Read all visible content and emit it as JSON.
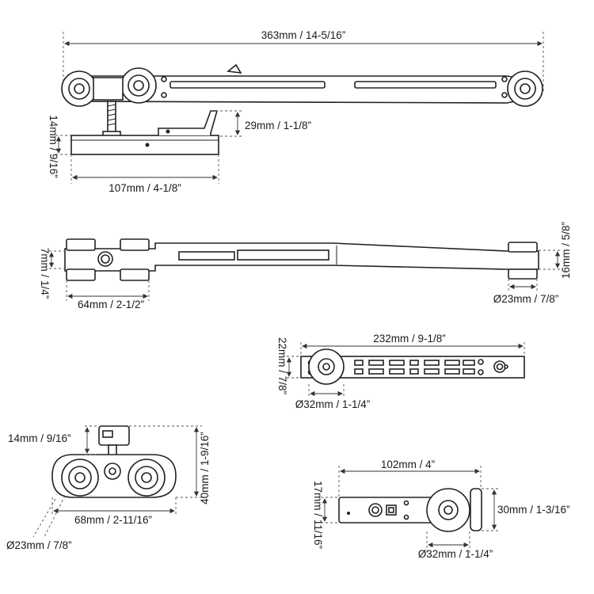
{
  "colors": {
    "line": "#222222",
    "dim_line": "#555555",
    "background": "#ffffff"
  },
  "views": {
    "side": {
      "overall_length": "363mm / 14-5/16”",
      "height": "29mm / 1-1/8”",
      "base_height": "14mm / 9/16”",
      "base_length": "107mm / 4-1/8”"
    },
    "top": {
      "thickness": "7mm / 1/4”",
      "end_width": "16mm / 5/8”",
      "wheel_span": "64mm / 2-1/2”",
      "wheel_diameter": "Ø23mm / 7/8”"
    },
    "bottom_arm": {
      "length": "232mm / 9-1/8”",
      "height": "22mm / 7/8”",
      "wheel_diameter": "Ø32mm / 1-1/4”"
    },
    "front_carriage": {
      "bracket_height": "14mm / 9/16”",
      "total_height": "40mm / 1-9/16”",
      "width": "68mm / 2-11/16”",
      "wheel_diameter": "Ø23mm / 7/8”"
    },
    "small_unit": {
      "length": "102mm / 4”",
      "height": "17mm / 11/16”",
      "wheel_height": "30mm / 1-3/16”",
      "wheel_diameter": "Ø32mm / 1-1/4”"
    }
  }
}
